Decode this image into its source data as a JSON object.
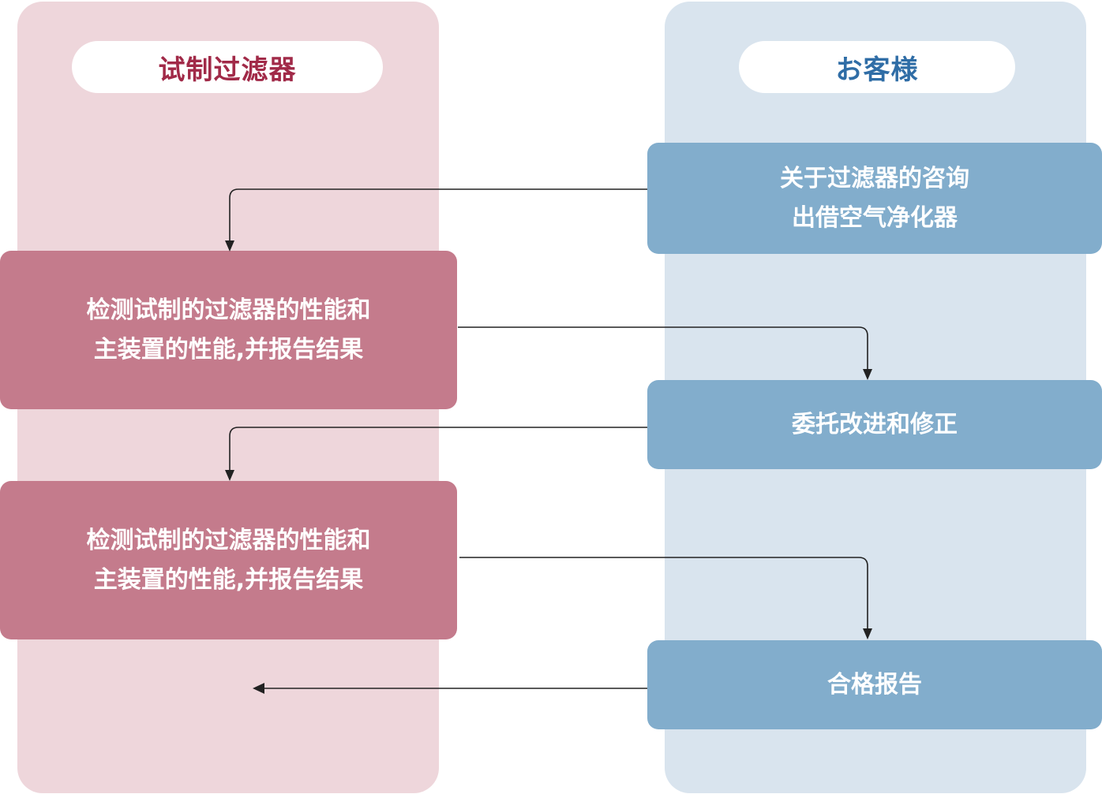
{
  "lanes": {
    "left": {
      "title": "试制过滤器",
      "color": "#a12a48",
      "fill": "#eed6db"
    },
    "right": {
      "title": "お客様",
      "color": "#2f6da6",
      "fill": "#d9e4ee"
    }
  },
  "steps": {
    "inquiry": {
      "line1": "关于过滤器的咨询",
      "line2": "出借空气净化器"
    },
    "test1": {
      "line1": "检测试制的过滤器的性能和",
      "line2": "主装置的性能,并报告结果"
    },
    "request": {
      "text": "委托改进和修正"
    },
    "test2": {
      "line1": "检测试制的过滤器的性能和",
      "line2": "主装置的性能,并报告结果"
    },
    "pass": {
      "text": "合格报告"
    }
  },
  "colors": {
    "red_box": "#c47b8c",
    "blue_box": "#82adcc",
    "arrow": "#222222"
  }
}
